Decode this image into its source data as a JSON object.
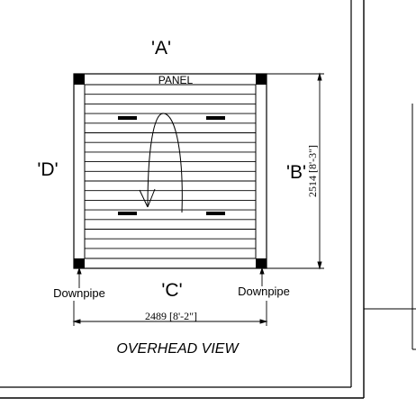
{
  "side_labels": {
    "top": "'A'",
    "right": "'B'",
    "bottom": "'C'",
    "left": "'D'"
  },
  "panel_label": "PANEL",
  "downpipe_left": "Downpipe",
  "downpipe_right": "Downpipe",
  "width_dimension": "2489 [8'-2\"]",
  "height_dimension": "2514 [8'-3\"]",
  "view_title": "OVERHEAD VIEW",
  "colors": {
    "line": "#000000",
    "background": "#ffffff"
  }
}
